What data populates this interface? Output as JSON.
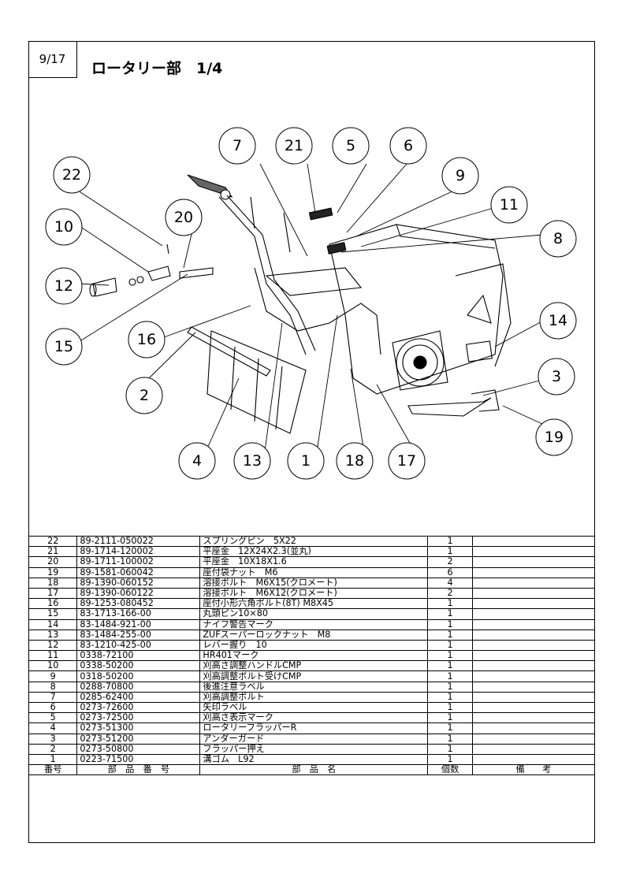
{
  "header": {
    "page": "9/17",
    "title": "ロータリー部　1/4"
  },
  "callouts": [
    {
      "label": "7"
    },
    {
      "label": "21"
    },
    {
      "label": "5"
    },
    {
      "label": "6"
    },
    {
      "label": "9"
    },
    {
      "label": "11"
    },
    {
      "label": "8"
    },
    {
      "label": "22"
    },
    {
      "label": "20"
    },
    {
      "label": "10"
    },
    {
      "label": "12"
    },
    {
      "label": "15"
    },
    {
      "label": "16"
    },
    {
      "label": "14"
    },
    {
      "label": "3"
    },
    {
      "label": "2"
    },
    {
      "label": "19"
    },
    {
      "label": "4"
    },
    {
      "label": "13"
    },
    {
      "label": "1"
    },
    {
      "label": "18"
    },
    {
      "label": "17"
    }
  ],
  "parts_table": {
    "columns": [
      "番号",
      "部　品　番　号",
      "部　品　名",
      "個数",
      "備　　考"
    ],
    "rows": [
      {
        "no": "22",
        "code": "89-2111-050022",
        "name": "スプリングピン　5X22",
        "qty": "1",
        "remarks": ""
      },
      {
        "no": "21",
        "code": "89-1714-120002",
        "name": "平座金　12X24X2.3(並丸)",
        "qty": "1",
        "remarks": ""
      },
      {
        "no": "20",
        "code": "89-1711-100002",
        "name": "平座金　10X18X1.6",
        "qty": "2",
        "remarks": ""
      },
      {
        "no": "19",
        "code": "89-1581-060042",
        "name": "座付袋ナット　M6",
        "qty": "6",
        "remarks": ""
      },
      {
        "no": "18",
        "code": "89-1390-060152",
        "name": "溶接ボルト　M6X15(クロメート)",
        "qty": "4",
        "remarks": ""
      },
      {
        "no": "17",
        "code": "89-1390-060122",
        "name": "溶接ボルト　M6X12(クロメート)",
        "qty": "2",
        "remarks": ""
      },
      {
        "no": "16",
        "code": "89-1253-080452",
        "name": "座付小形六角ボルト(8T) M8X45",
        "qty": "1",
        "remarks": ""
      },
      {
        "no": "15",
        "code": "83-1713-166-00",
        "name": "丸頭ピン10×80",
        "qty": "1",
        "remarks": ""
      },
      {
        "no": "14",
        "code": "83-1484-921-00",
        "name": "ナイフ警告マーク",
        "qty": "1",
        "remarks": ""
      },
      {
        "no": "13",
        "code": "83-1484-255-00",
        "name": "ZUFスーパーロックナット　M8",
        "qty": "1",
        "remarks": ""
      },
      {
        "no": "12",
        "code": "83-1210-425-00",
        "name": "レバー握り　10",
        "qty": "1",
        "remarks": ""
      },
      {
        "no": "11",
        "code": "0338-72100",
        "name": "HR401マーク",
        "qty": "1",
        "remarks": ""
      },
      {
        "no": "10",
        "code": "0338-50200",
        "name": "刈高さ調整ハンドルCMP",
        "qty": "1",
        "remarks": ""
      },
      {
        "no": "9",
        "code": "0318-50200",
        "name": "刈高調整ボルト受けCMP",
        "qty": "1",
        "remarks": ""
      },
      {
        "no": "8",
        "code": "0288-70800",
        "name": "後進注意ラベル",
        "qty": "1",
        "remarks": ""
      },
      {
        "no": "7",
        "code": "0285-62400",
        "name": "刈高調整ボルト",
        "qty": "1",
        "remarks": ""
      },
      {
        "no": "6",
        "code": "0273-72600",
        "name": "矢印ラベル",
        "qty": "1",
        "remarks": ""
      },
      {
        "no": "5",
        "code": "0273-72500",
        "name": "刈高さ表示マーク",
        "qty": "1",
        "remarks": ""
      },
      {
        "no": "4",
        "code": "0273-51300",
        "name": "ロータリーフラッパーR",
        "qty": "1",
        "remarks": ""
      },
      {
        "no": "3",
        "code": "0273-51200",
        "name": "アンダーガード",
        "qty": "1",
        "remarks": ""
      },
      {
        "no": "2",
        "code": "0273-50800",
        "name": "フラッパー押え",
        "qty": "1",
        "remarks": ""
      },
      {
        "no": "1",
        "code": "0223-71500",
        "name": "溝ゴム　L92",
        "qty": "1",
        "remarks": ""
      }
    ]
  }
}
